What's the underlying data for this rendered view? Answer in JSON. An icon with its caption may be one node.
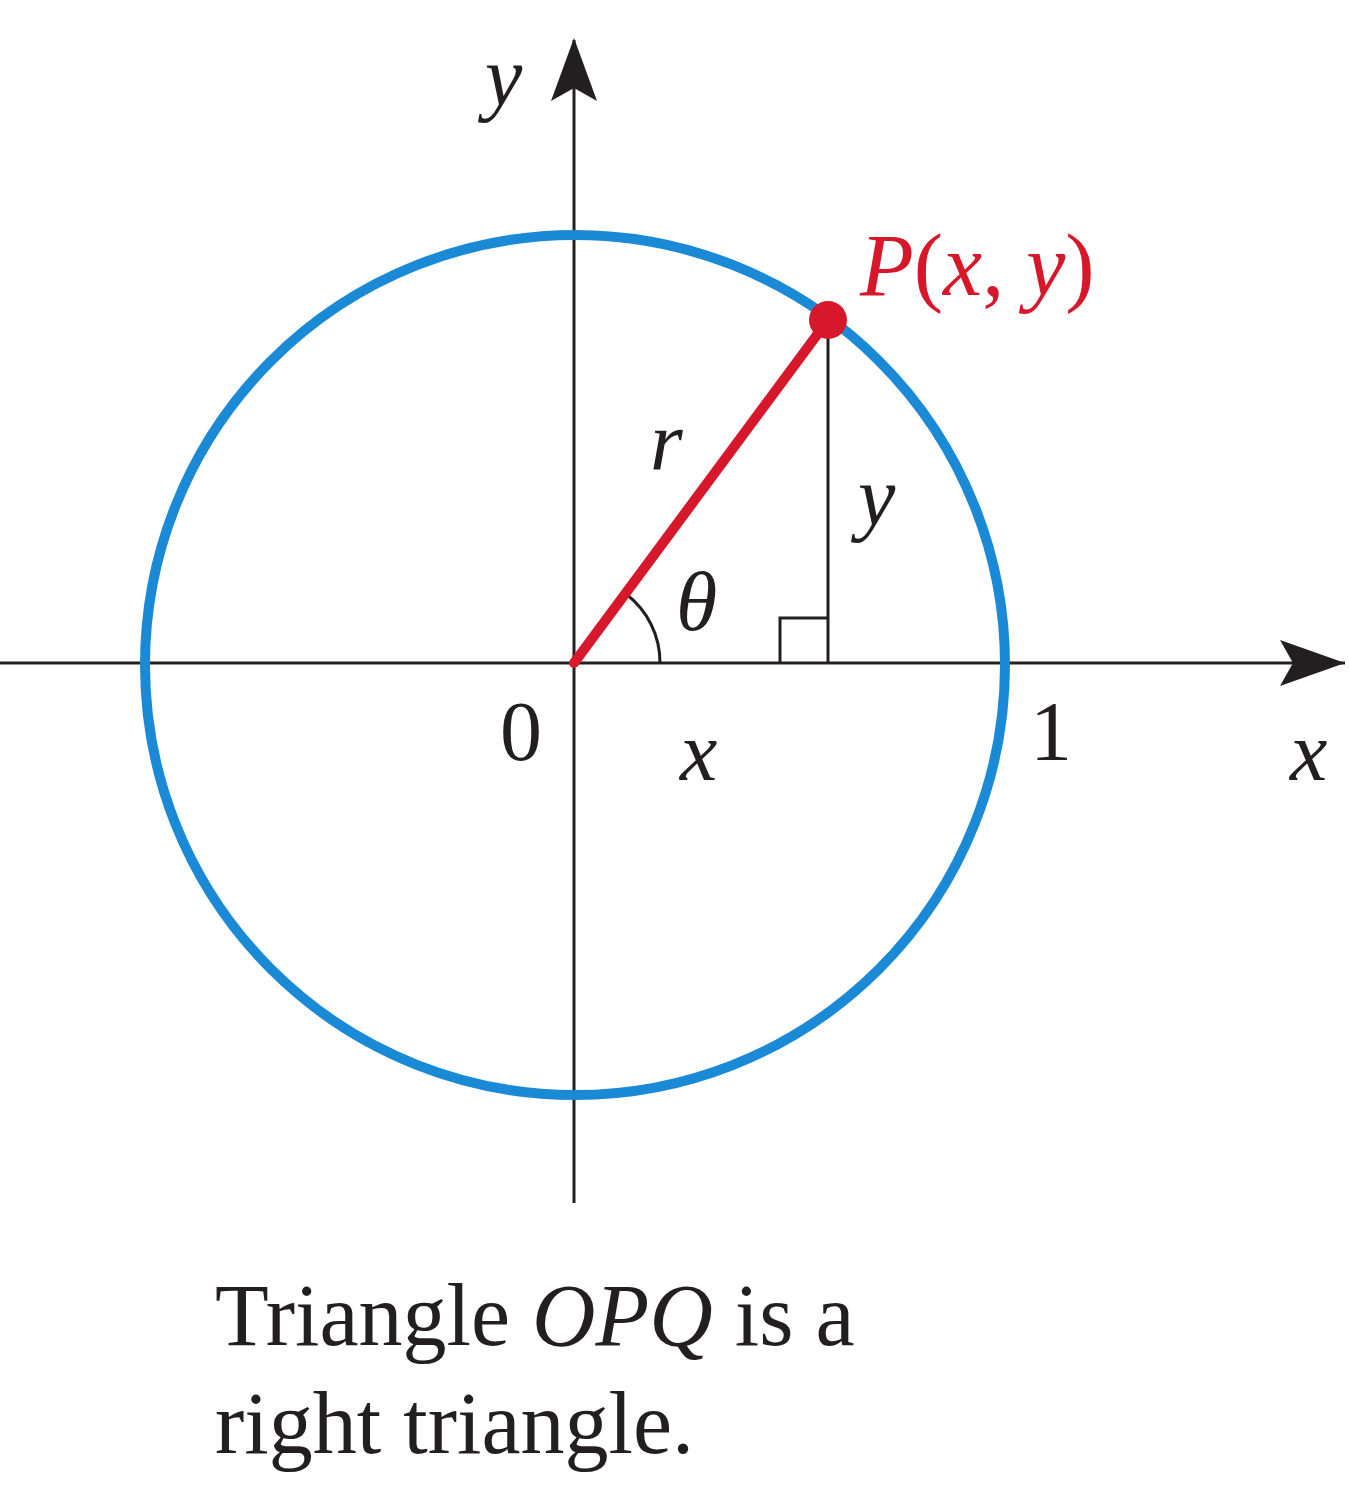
{
  "diagram": {
    "caption": "Triangle *OPQ* is a right triangle.",
    "labels": [
      "y",
      "*P*(*x*, *y*)",
      "r",
      "y",
      "θ",
      "0",
      "x",
      "1",
      "x"
    ]
  }
}
